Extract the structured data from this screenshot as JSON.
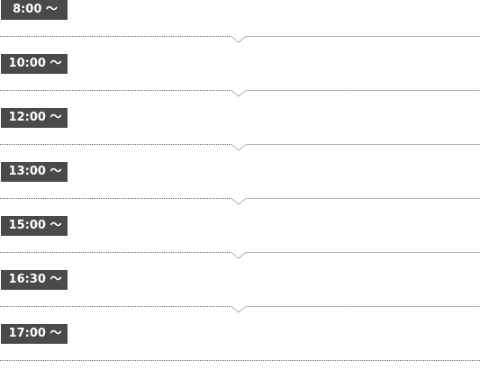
{
  "schedule": {
    "slots": [
      {
        "time": "8:00 〜"
      },
      {
        "time": "10:00 〜"
      },
      {
        "time": "12:00 〜"
      },
      {
        "time": "13:00 〜"
      },
      {
        "time": "15:00 〜"
      },
      {
        "time": "16:30 〜"
      },
      {
        "time": "17:00 〜"
      }
    ]
  },
  "colors": {
    "badge_bg": "#4a4a4a",
    "badge_text": "#ffffff",
    "divider": "#666666"
  }
}
